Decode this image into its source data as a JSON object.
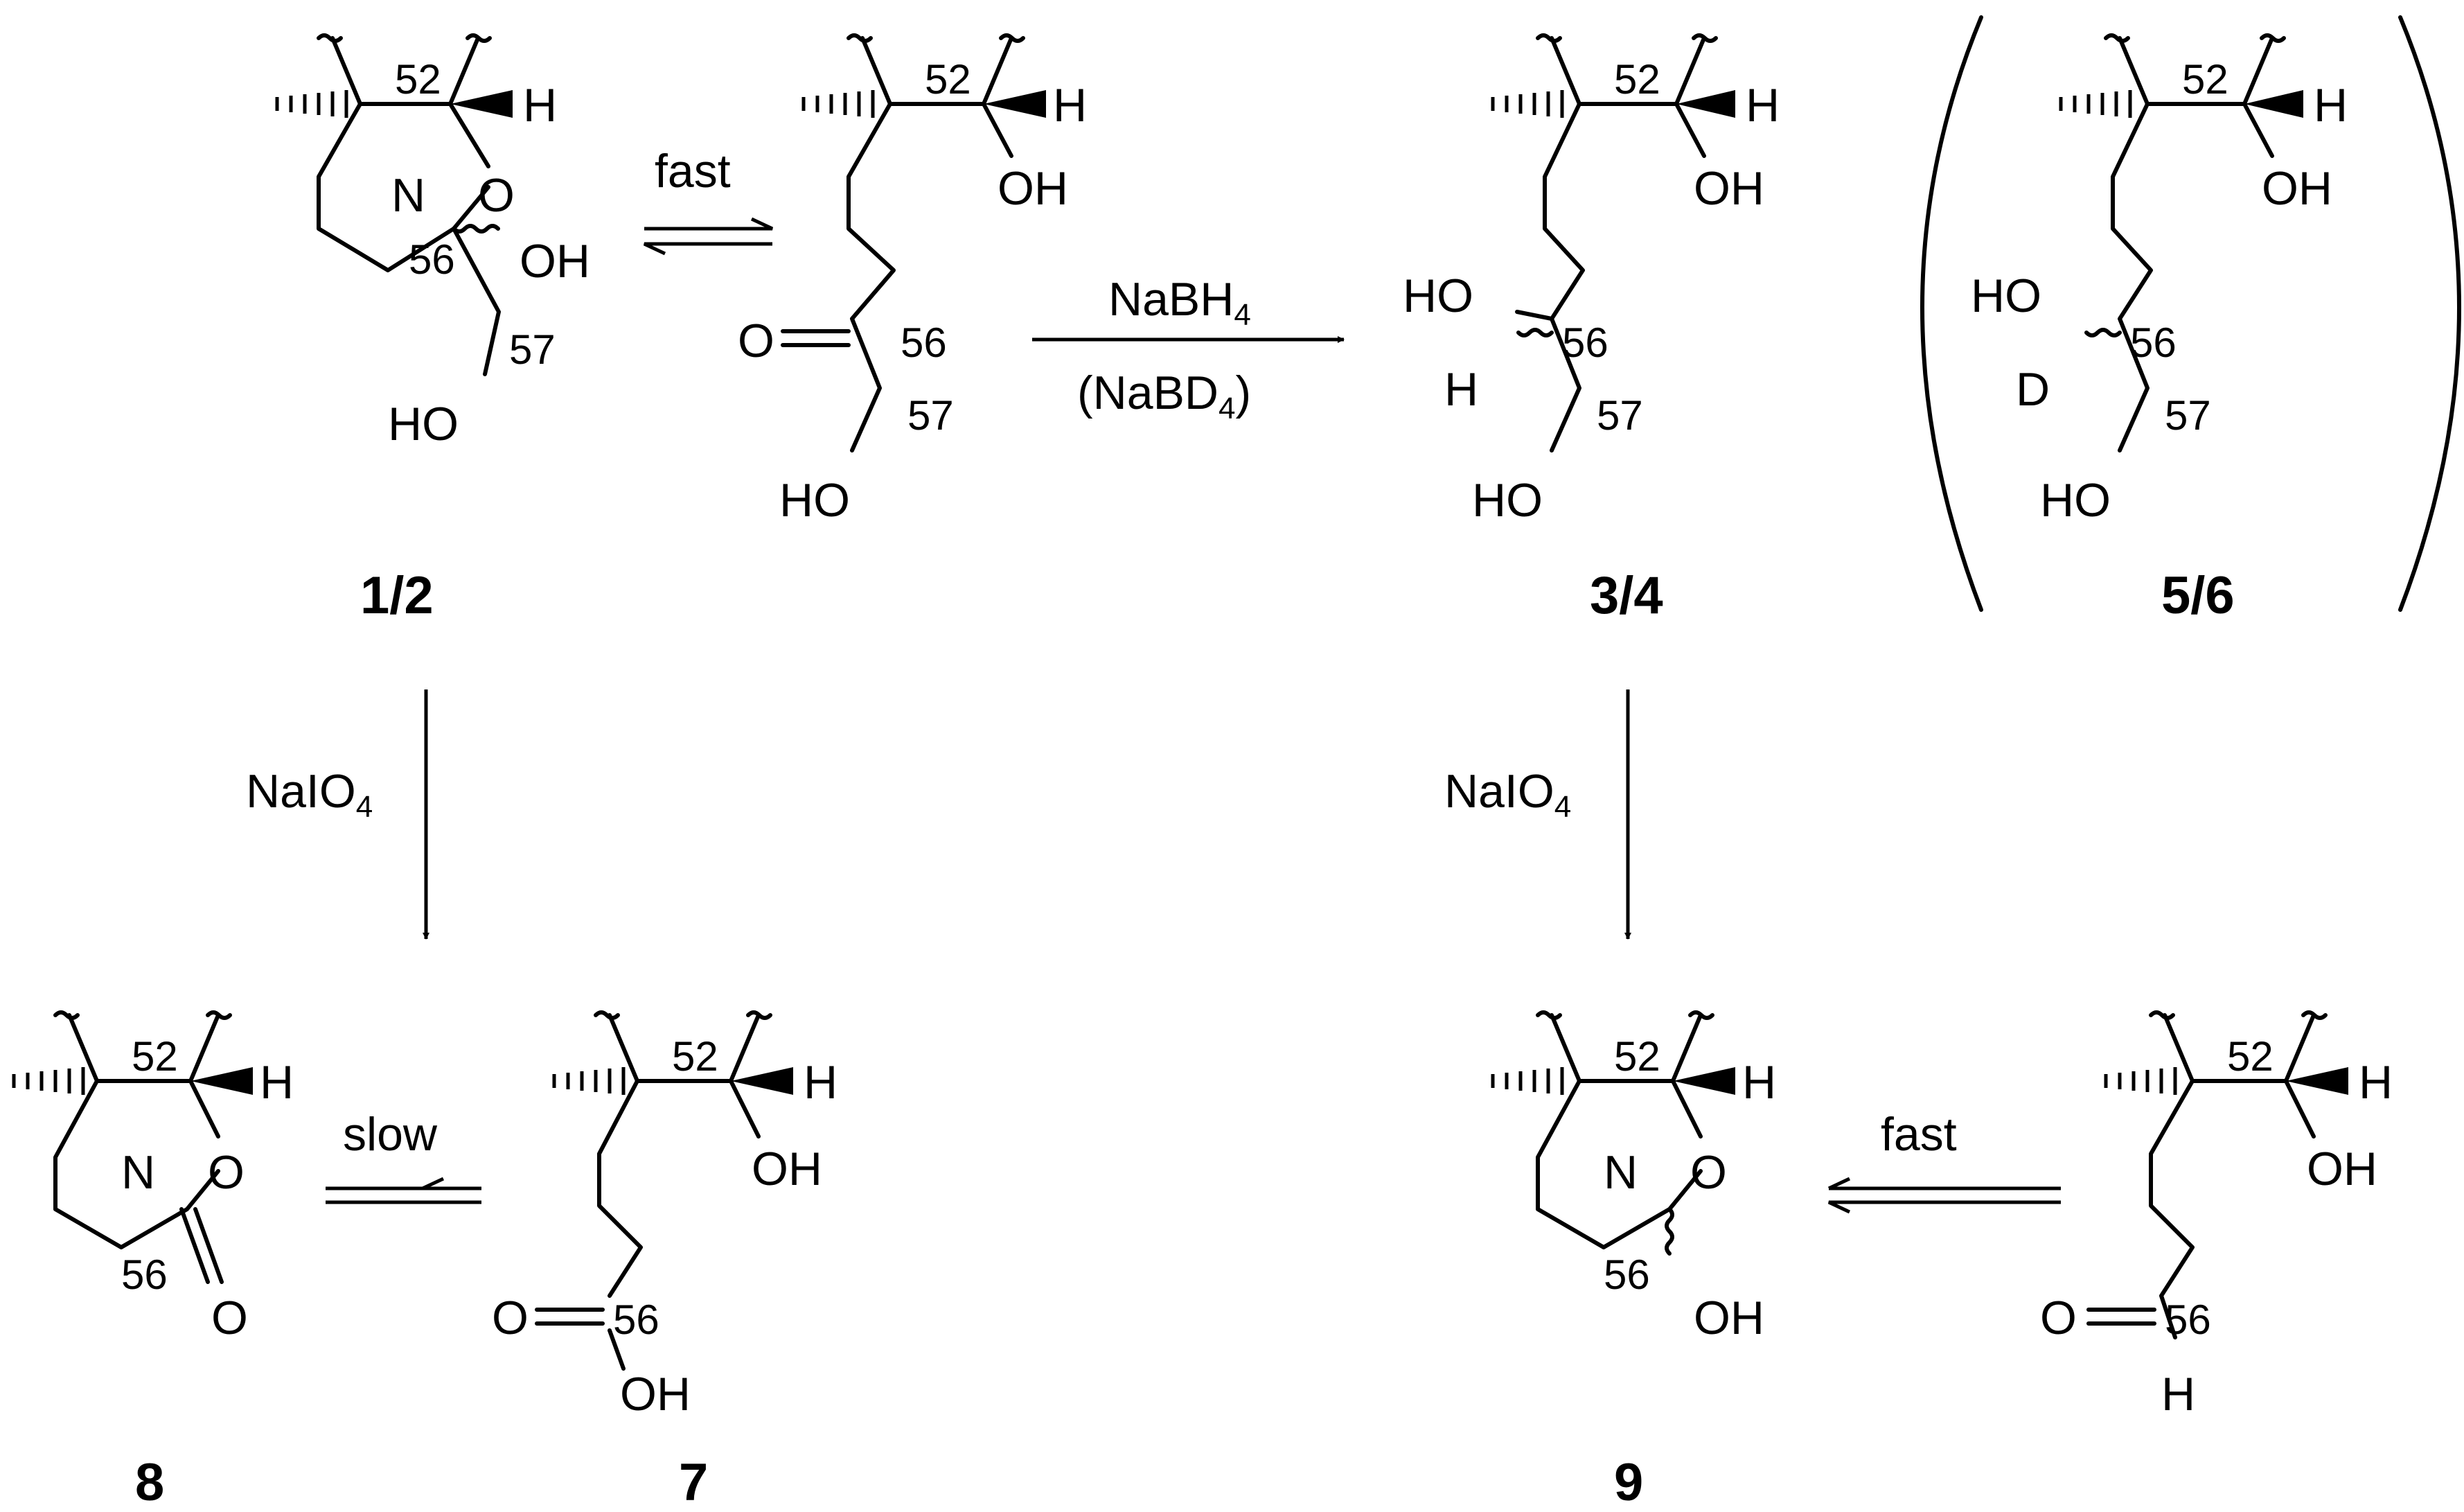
{
  "atoms": {
    "H": "H",
    "O": "O",
    "N": "N",
    "D": "D",
    "OH": "OH",
    "HO": "HO"
  },
  "positions": {
    "p52": "52",
    "p56": "56",
    "p57": "57"
  },
  "compounds": {
    "c1_2": "1/2",
    "c3_4": "3/4",
    "c5_6": "5/6",
    "c7": "7",
    "c8": "8",
    "c9": "9"
  },
  "reagents": {
    "fast": "fast",
    "slow": "slow",
    "nabh4_main": "NaBH",
    "nabd4_open": "(NaBD",
    "nabd4_close": ")",
    "naio4_main": "NaIO",
    "sub4": "4"
  }
}
